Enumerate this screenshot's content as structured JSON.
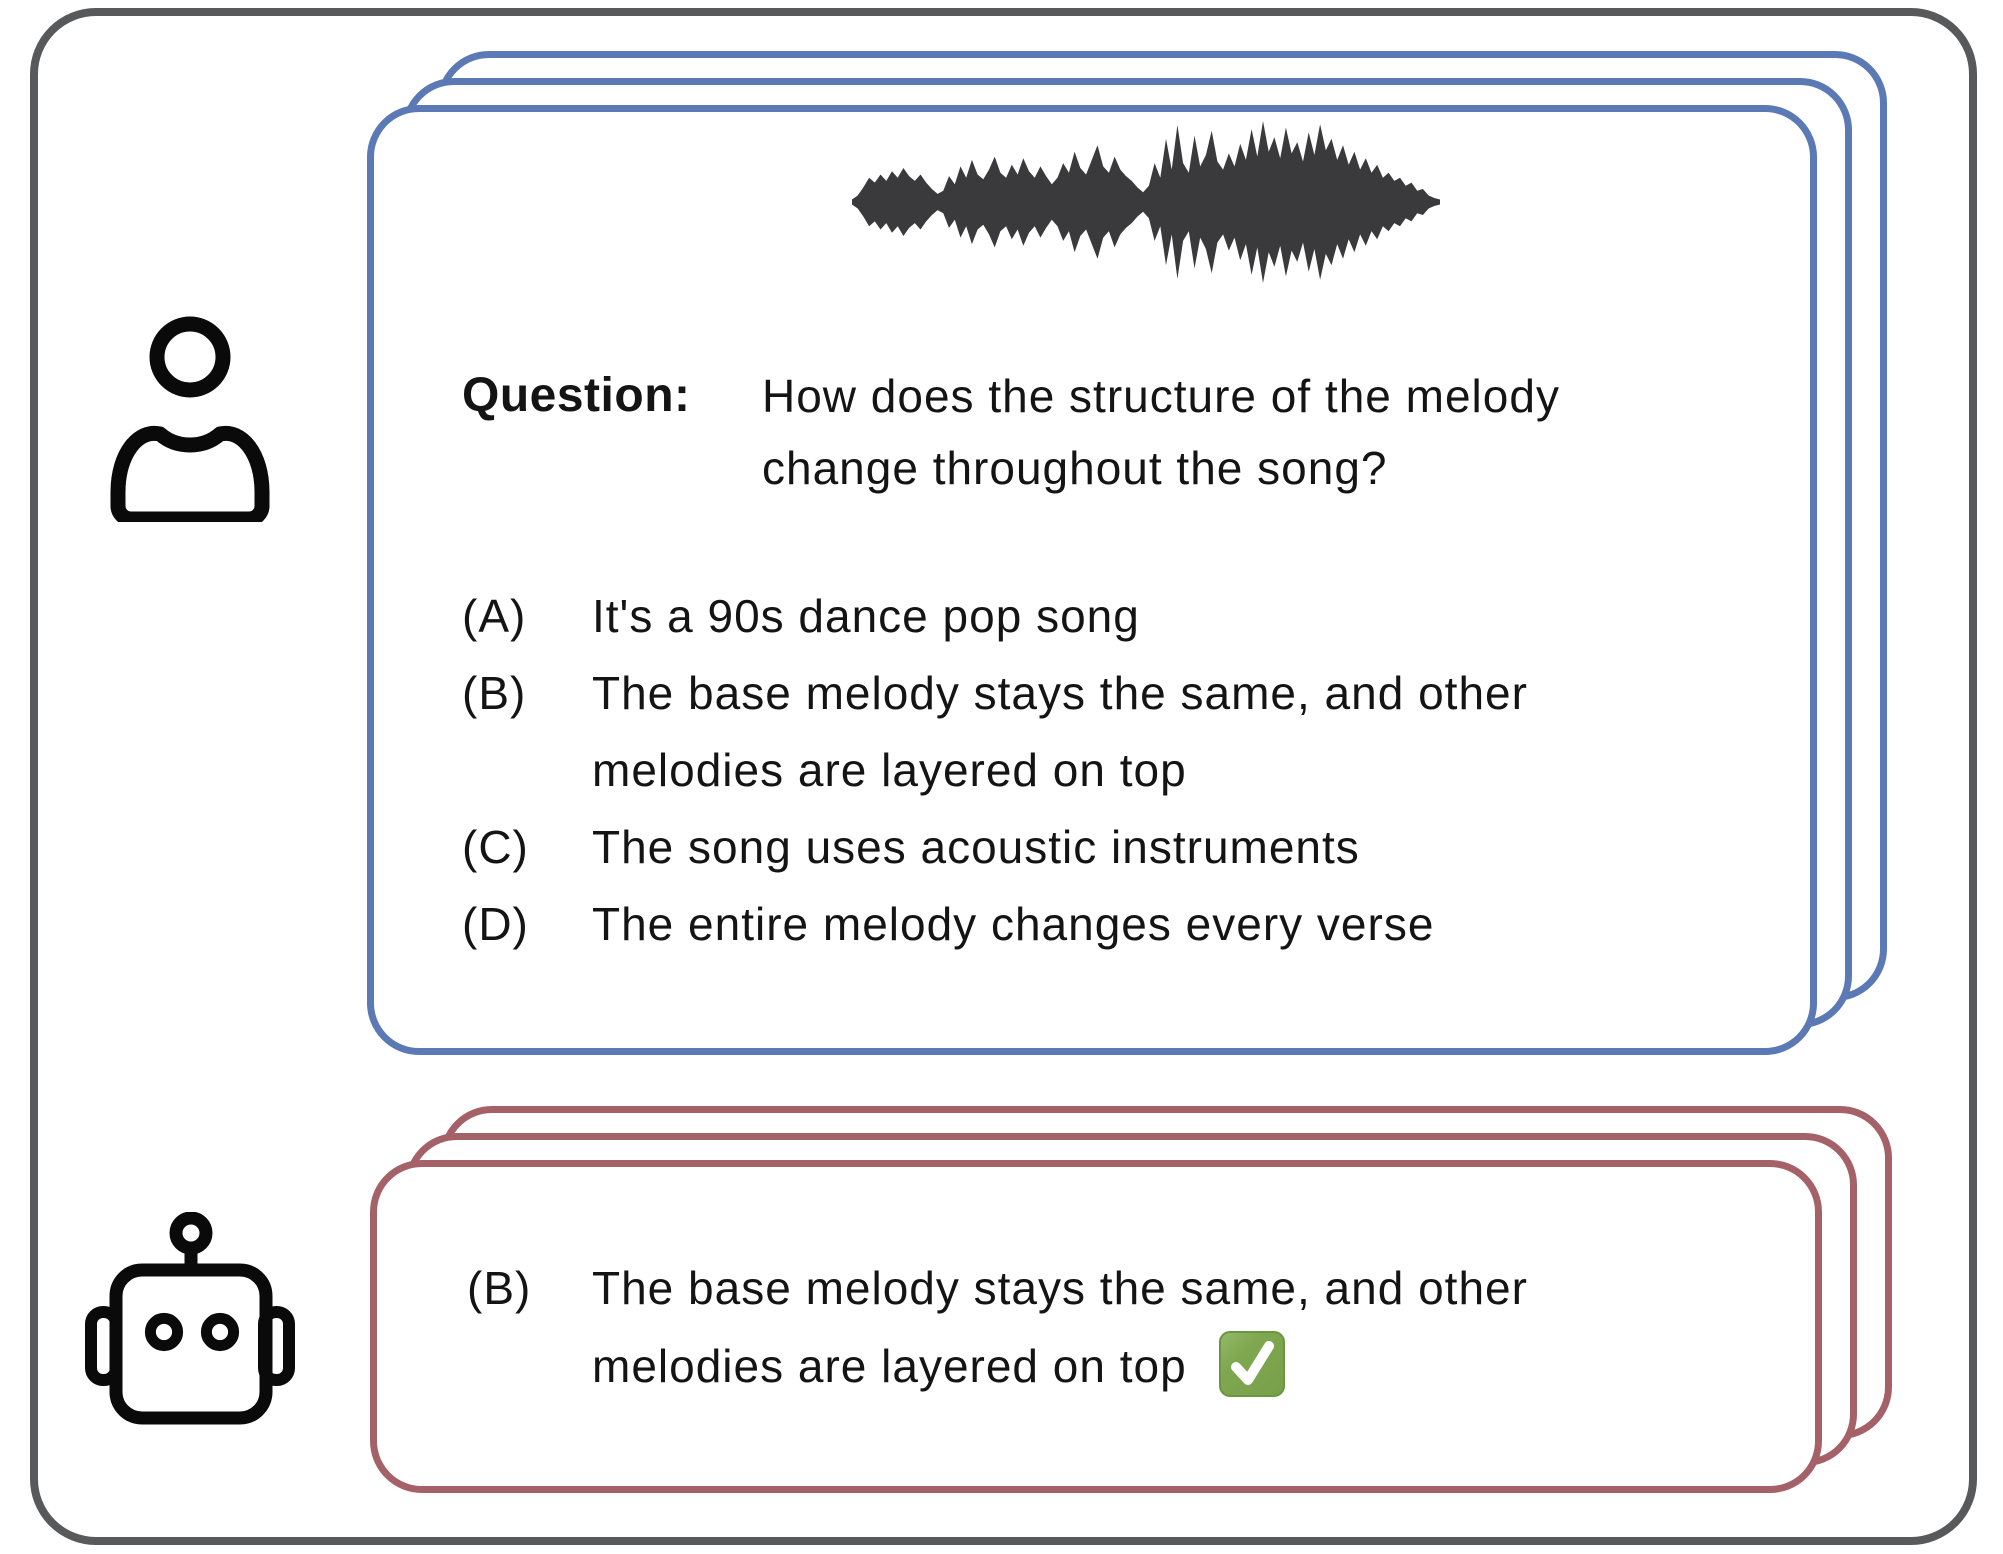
{
  "figure": {
    "question_card": {
      "question_label": "Question:",
      "question_line1": "How does the structure of the melody",
      "question_line2": "change throughout the song?",
      "options": [
        {
          "letter": "(A)",
          "text": "It's a 90s dance pop song"
        },
        {
          "letter": "(B)",
          "text": "The base melody stays the same, and other\nmelodies are layered on top"
        },
        {
          "letter": "(C)",
          "text": "The song uses acoustic instruments"
        },
        {
          "letter": "(D)",
          "text": "The entire melody changes every verse"
        }
      ],
      "waveform_amplitudes": [
        0.03,
        0.08,
        0.18,
        0.3,
        0.24,
        0.34,
        0.26,
        0.38,
        0.3,
        0.42,
        0.32,
        0.26,
        0.34,
        0.24,
        0.16,
        0.1,
        0.14,
        0.32,
        0.22,
        0.44,
        0.3,
        0.52,
        0.34,
        0.28,
        0.4,
        0.56,
        0.36,
        0.3,
        0.46,
        0.34,
        0.54,
        0.38,
        0.3,
        0.44,
        0.32,
        0.22,
        0.3,
        0.48,
        0.36,
        0.62,
        0.42,
        0.34,
        0.52,
        0.7,
        0.44,
        0.36,
        0.56,
        0.4,
        0.32,
        0.26,
        0.18,
        0.12,
        0.2,
        0.48,
        0.3,
        0.78,
        0.4,
        0.95,
        0.48,
        0.36,
        0.82,
        0.44,
        0.58,
        0.88,
        0.5,
        0.4,
        0.6,
        0.44,
        0.72,
        0.52,
        0.9,
        0.56,
        1.0,
        0.62,
        0.8,
        0.54,
        0.92,
        0.6,
        0.74,
        0.5,
        0.86,
        0.58,
        0.96,
        0.64,
        0.78,
        0.52,
        0.7,
        0.46,
        0.62,
        0.4,
        0.54,
        0.36,
        0.46,
        0.3,
        0.36,
        0.26,
        0.3,
        0.2,
        0.24,
        0.14,
        0.16,
        0.08,
        0.05,
        0.02
      ]
    },
    "answer_card": {
      "letter": "(B)",
      "line1": "The base melody stays the same, and other",
      "line2": "melodies are layered on top",
      "correct_mark": "check"
    },
    "icons": {
      "left_top": "user-icon",
      "left_bottom": "robot-icon",
      "waveform": "audio-waveform-icon",
      "correct": "green-check-icon"
    },
    "colors": {
      "frame_border": "#58595b",
      "question_card_border": "#5b79b4",
      "answer_card_border": "#a56168",
      "waveform": "#3a3a3c",
      "correct_green": "#7ea750",
      "text": "#141414"
    }
  }
}
